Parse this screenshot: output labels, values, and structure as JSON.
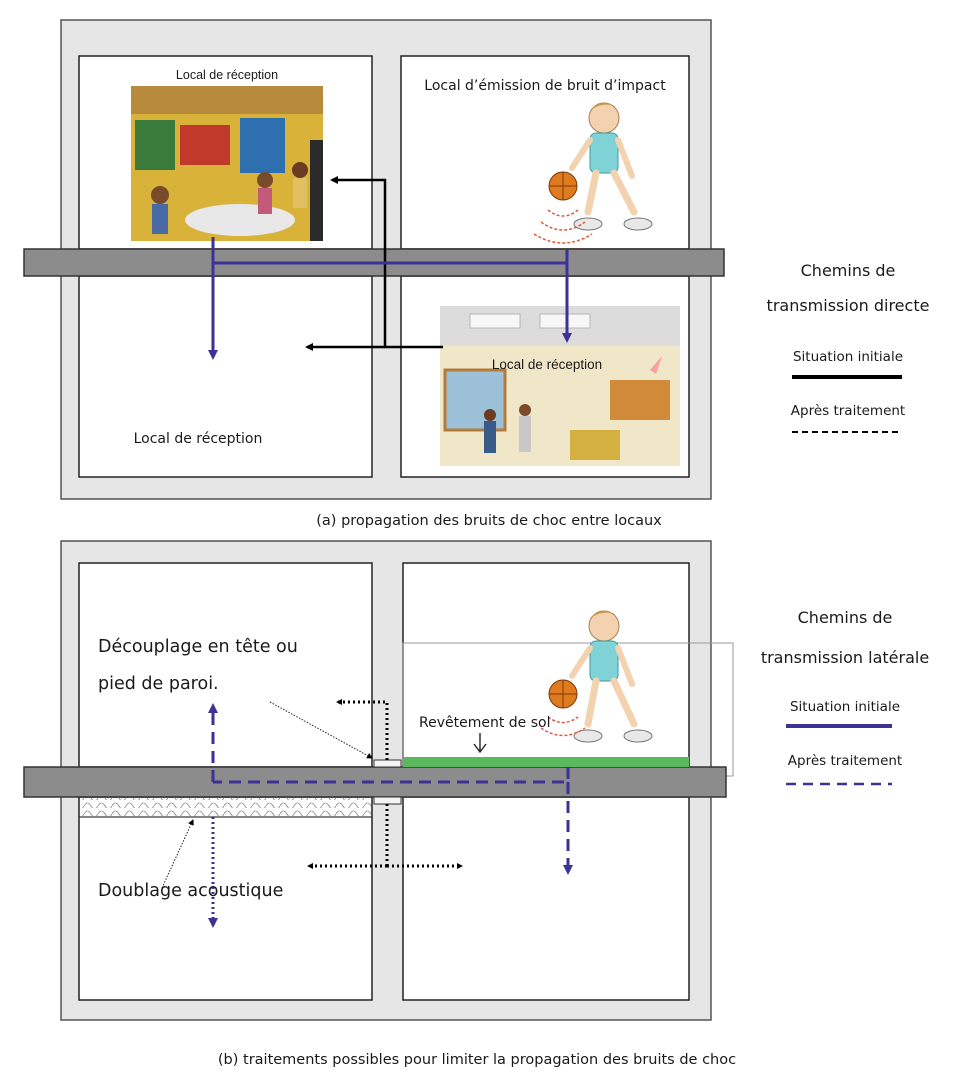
{
  "diagram_a": {
    "caption": "(a) propagation des bruits de choc entre locaux",
    "top_left_label": "Local de réception",
    "top_right_label": "Local d’émission de bruit d’impact",
    "bottom_left_label": "Local de réception",
    "bottom_right_photo_label": "Local de réception"
  },
  "diagram_b": {
    "caption": "(b) traitements possibles pour limiter la propagation des bruits de choc",
    "decoupling_label_line1": "Découplage en tête ou",
    "decoupling_label_line2": "pied de paroi.",
    "floor_covering_label": "Revêtement de sol",
    "lining_label": "Doublage acoustique"
  },
  "legend_a": {
    "title_line1": "Chemins de",
    "title_line2": "transmission directe",
    "initial_label": "Situation initiale",
    "after_label": "Après traitement"
  },
  "legend_b": {
    "title_line1": "Chemins de",
    "title_line2": "transmission latérale",
    "initial_label": "Situation initiale",
    "after_label": "Après traitement"
  },
  "colors": {
    "direct_path": "#000000",
    "flanking_path": "#3c3296",
    "slab": "#8c8c8c",
    "wall_frame": "#e6e6e6",
    "floor_covering": "#5cb85c"
  },
  "icons": [
    "classroom-photo",
    "basketball-player",
    "basketball",
    "impact-waves"
  ]
}
